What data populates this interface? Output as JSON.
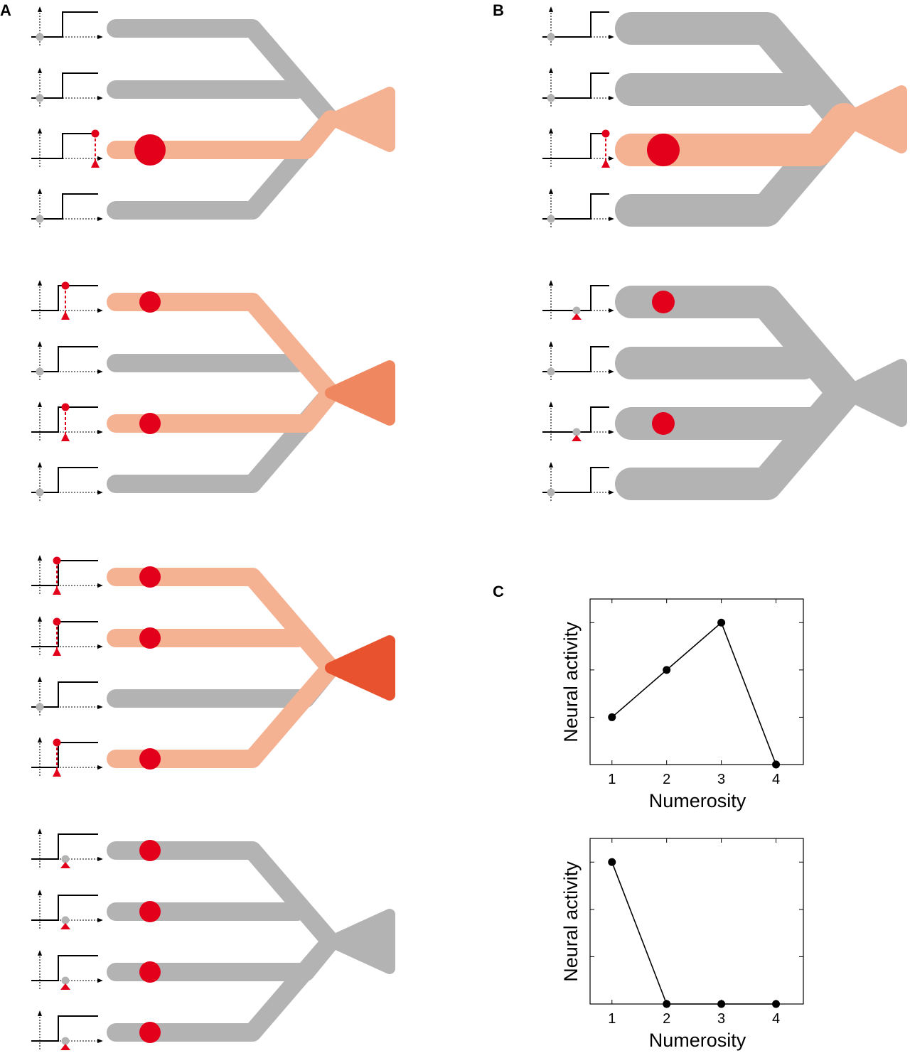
{
  "panels": {
    "a": "A",
    "b": "B",
    "c": "C"
  },
  "colors": {
    "inactive": "#b3b3b3",
    "active_branch": "#f5b292",
    "spike": "#e3001b",
    "soma_one_input": "#f5b292",
    "soma_two_inputs": "#ef8860",
    "soma_three_inputs": "#e8522e",
    "soma_inhibited": "#b3b3b3"
  },
  "panel_a_rows": [
    {
      "active_inputs": [
        false,
        false,
        true,
        false
      ],
      "soma_state": "soma_one_input"
    },
    {
      "active_inputs": [
        true,
        false,
        true,
        false
      ],
      "soma_state": "soma_two_inputs"
    },
    {
      "active_inputs": [
        true,
        true,
        false,
        true
      ],
      "soma_state": "soma_three_inputs"
    },
    {
      "active_inputs": [
        true,
        true,
        true,
        true
      ],
      "soma_state": "soma_inhibited"
    }
  ],
  "panel_b_rows": [
    {
      "active_inputs": [
        false,
        false,
        true,
        false
      ],
      "soma_state": "soma_one_input"
    },
    {
      "active_inputs": [
        true,
        false,
        true,
        false
      ],
      "soma_state": "soma_inhibited"
    }
  ],
  "chart_data": [
    {
      "type": "line",
      "categories": [
        1,
        2,
        3,
        4
      ],
      "values": [
        1,
        2,
        3,
        0
      ],
      "xlabel": "Numerosity",
      "ylabel": "Neural activity",
      "ylim": [
        0,
        3.5
      ],
      "xlim": [
        0.6,
        4.5
      ]
    },
    {
      "type": "line",
      "categories": [
        1,
        2,
        3,
        4
      ],
      "values": [
        3,
        0,
        0,
        0
      ],
      "xlabel": "Numerosity",
      "ylabel": "Neural activity",
      "ylim": [
        0,
        3.5
      ],
      "xlim": [
        0.6,
        4.5
      ]
    }
  ]
}
